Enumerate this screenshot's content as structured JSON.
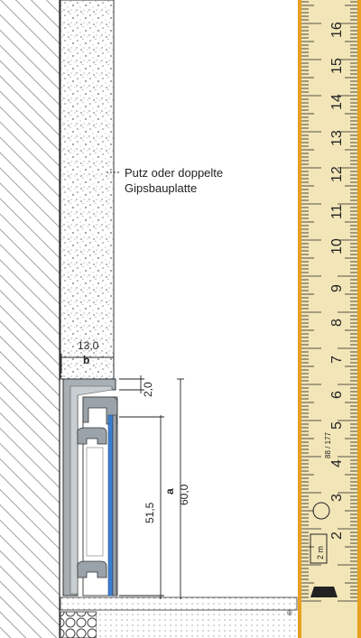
{
  "annotation": {
    "line1": "Putz oder doppelte",
    "line2": "Gipsbauplatte"
  },
  "dimensions": {
    "plaster_thickness": "13,0",
    "plaster_label": "b",
    "top_lip": "2,0",
    "inner_height": "51,5",
    "total_label": "a",
    "total_height": "60,0"
  },
  "ruler": {
    "numbers": [
      "5",
      "6",
      "7",
      "8",
      "9",
      "10",
      "11",
      "12",
      "13",
      "14",
      "15",
      "16"
    ],
    "low_numbers": [
      "2",
      "3",
      "4"
    ],
    "brand_mark": "2 m",
    "spec_mark": "88 / 177",
    "trademark": "®"
  },
  "colors": {
    "ruler_body": "#f2e6b8",
    "ruler_edge": "#e8a020",
    "profile_fill": "#9aa3aa",
    "profile_accent": "#3a7fd0",
    "hatch": "#777777"
  }
}
